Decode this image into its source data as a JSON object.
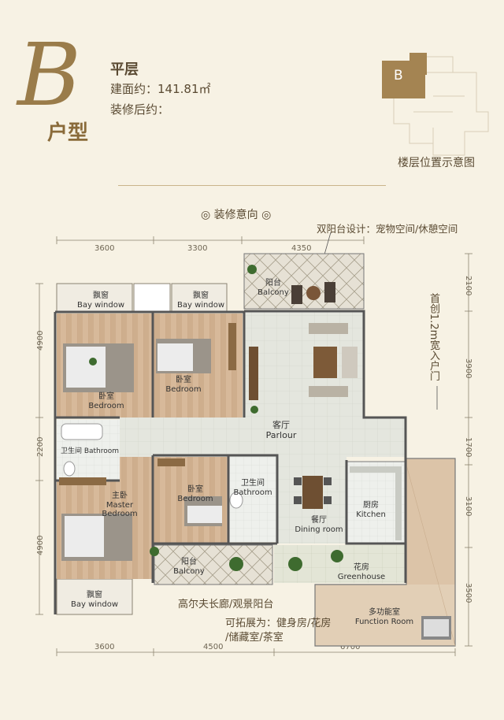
{
  "header": {
    "letter": "B",
    "unit_type": "户型",
    "floor": "平层",
    "area": "建面约：141.81㎡",
    "finish": "装修后约："
  },
  "keyplan": {
    "marker": "B",
    "caption": "楼层位置示意图"
  },
  "section_title": "◎ 装修意向 ◎",
  "notes": {
    "balcony_design": "双阳台设计：宠物空间/休憩空间",
    "entrance": "首创1.2m宽入户门",
    "golf": "高尔夫长廊/观景阳台",
    "expand_1": "可拓展为：健身房/花房",
    "expand_2": "/储藏室/茶室"
  },
  "dimensions": {
    "top": [
      "3600",
      "3300",
      "4350"
    ],
    "bottom": [
      "3600",
      "4500",
      "6700"
    ],
    "left": [
      "4900",
      "2200",
      "4900"
    ],
    "right": [
      "2100",
      "3900",
      "1700",
      "3100",
      "3500"
    ]
  },
  "rooms": {
    "bay1": {
      "cn": "飘窗",
      "en": "Bay window"
    },
    "bay2": {
      "cn": "飘窗",
      "en": "Bay window"
    },
    "bedroom1": {
      "cn": "卧室",
      "en": "Bedroom"
    },
    "bedroom2": {
      "cn": "卧室",
      "en": "Bedroom"
    },
    "bathroom1": {
      "cn": "卫生间",
      "en": "Bathroom"
    },
    "master": {
      "cn": "主卧",
      "en": "Master Bedroom"
    },
    "bedroom3": {
      "cn": "卧室",
      "en": "Bedroom"
    },
    "bathroom2": {
      "cn": "卫生间",
      "en": "Bathroom"
    },
    "balcony_top": {
      "cn": "阳台",
      "en": "Balcony"
    },
    "parlour": {
      "cn": "客厅",
      "en": "Parlour"
    },
    "dining": {
      "cn": "餐厅",
      "en": "Dining room"
    },
    "kitchen": {
      "cn": "厨房",
      "en": "Kitchen"
    },
    "greenhouse": {
      "cn": "花房",
      "en": "Greenhouse"
    },
    "balcony_bottom": {
      "cn": "阳台",
      "en": "Balcony"
    },
    "bay3": {
      "cn": "飘窗",
      "en": "Bay window"
    },
    "function": {
      "cn": "多功能室",
      "en": "Function Room"
    }
  }
}
